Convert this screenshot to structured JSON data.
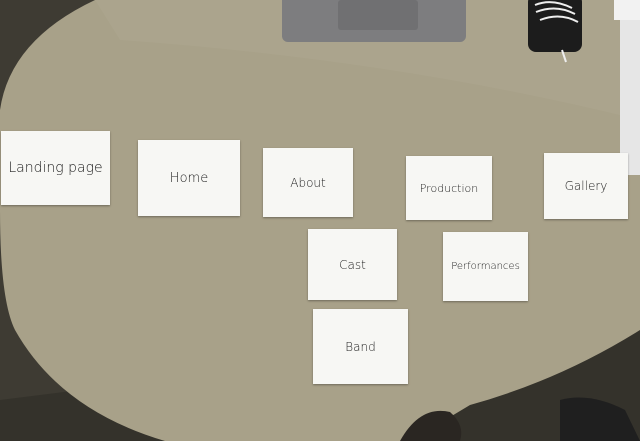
{
  "cards": {
    "landing": "Landing page",
    "home": "Home",
    "about": "About",
    "production": "Production",
    "gallery": "Gallery",
    "cast": "Cast",
    "performances": "Performances",
    "band": "Band"
  },
  "colors": {
    "table": "#a7a088",
    "floor": "#3e3b33",
    "card": "#f7f7f4",
    "laptop": "#7b7b7b"
  }
}
